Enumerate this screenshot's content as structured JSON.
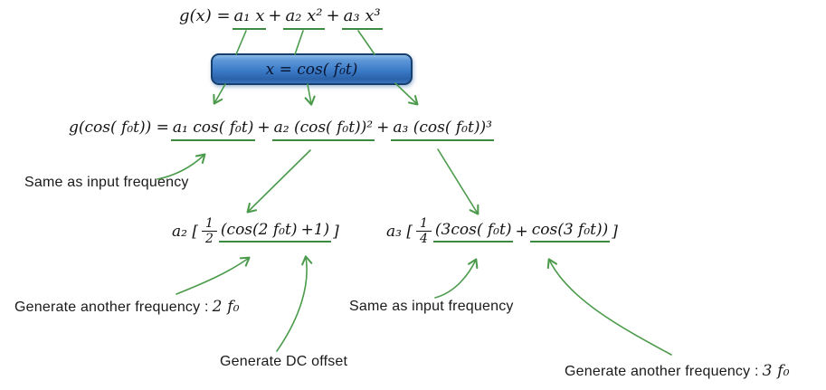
{
  "colors": {
    "arrow_green": "#4c9b4c",
    "underline_green": "#3b8a3f",
    "pill_border": "#17406e",
    "pill_fill": "#3b7bc8",
    "text": "#1a1a1a"
  },
  "equations": {
    "polynomial": {
      "prefix": "g(x) = ",
      "term1": "a₁ x",
      "plus1": "+",
      "term2": "a₂ x²",
      "plus2": "+",
      "term3": "a₃ x³"
    },
    "substitution": "x = cos( f₀t)",
    "expanded": {
      "prefix": "g(cos( f₀t)) = ",
      "term1": "a₁ cos( f₀t)",
      "plus1": "+",
      "term2": "a₂ (cos( f₀t))²",
      "plus2": "+",
      "term3": "a₃ (cos( f₀t))³"
    },
    "a2_identity": {
      "prefix": "a₂ [",
      "frac_num": "1",
      "frac_den": "2",
      "term1": "(cos(2 f₀t)",
      "term2": "+1)",
      "suffix": "]"
    },
    "a3_identity": {
      "prefix": "a₃ [",
      "frac_num": "1",
      "frac_den": "4",
      "term1": "(3cos( f₀t)",
      "plus": "+",
      "term2": "cos(3 f₀t))",
      "suffix": "]"
    }
  },
  "annotations": {
    "same_input_1": "Same as input frequency",
    "gen_2f0_text": "Generate another frequency :",
    "gen_2f0_math": "2 f₀",
    "same_input_2": "Same as input frequency",
    "dc_offset": "Generate DC offset",
    "gen_3f0_text": "Generate another frequency :",
    "gen_3f0_math": "3 f₀"
  }
}
